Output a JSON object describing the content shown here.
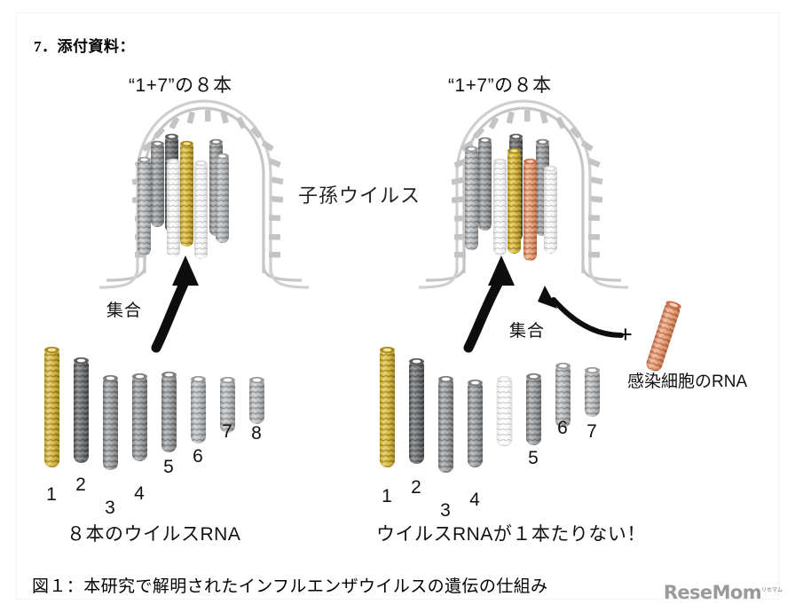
{
  "document": {
    "section_heading": "7．添付資料：",
    "figure_caption": "図１：本研究で解明されたインフルエンザウイルスの遺伝の仕組み",
    "watermark": "ReseMom",
    "watermark_sup": "リセマム"
  },
  "colors": {
    "gold": "#d6b63f",
    "gold_dark": "#a88b22",
    "orange": "#e99a70",
    "orange_dark": "#c9713f",
    "gray_dark": "#6f7173",
    "gray_mid": "#9a9c9e",
    "gray_light": "#b9bbbd",
    "ghost": "#ffffff",
    "ghost_edge": "#dcdcdc",
    "membrane": "#cfcfcf",
    "arrow": "#0d0d0d",
    "text": "#111111"
  },
  "left_panel": {
    "title": "“1+7”の８本",
    "assembly_label": "集合",
    "bottom_caption": "８本のウイルスRNA",
    "segments": [
      {
        "num": "1",
        "color": "gold",
        "length": 135,
        "note": "segment-1-gold"
      },
      {
        "num": "2",
        "color": "gray_dark",
        "length": 118,
        "note": "segment-2"
      },
      {
        "num": "3",
        "color": "gray_mid",
        "length": 106,
        "note": "segment-3"
      },
      {
        "num": "4",
        "color": "gray_mid",
        "length": 98,
        "note": "segment-4"
      },
      {
        "num": "5",
        "color": "gray_mid",
        "length": 90,
        "note": "segment-5"
      },
      {
        "num": "6",
        "color": "gray_light",
        "length": 75,
        "note": "segment-6"
      },
      {
        "num": "7",
        "color": "gray_light",
        "length": 62,
        "note": "segment-7"
      },
      {
        "num": "8",
        "color": "gray_light",
        "length": 52,
        "note": "segment-8"
      }
    ],
    "virion_segment_count": 8
  },
  "right_panel": {
    "title": "“1+7”の８本",
    "assembly_label": "集合",
    "plus": "+",
    "cell_rna_label": "感染細胞のRNA",
    "bottom_caption": "ウイルスRNAが１本たりない！",
    "segments": [
      {
        "num": "1",
        "color": "gold",
        "length": 135,
        "note": "segment-1-gold"
      },
      {
        "num": "2",
        "color": "gray_dark",
        "length": 118,
        "note": "segment-2"
      },
      {
        "num": "3",
        "color": "gray_mid",
        "length": 108,
        "note": "segment-3"
      },
      {
        "num": "4",
        "color": "gray_mid",
        "length": 98,
        "note": "segment-4"
      },
      {
        "num": "",
        "color": "ghost",
        "length": 78,
        "note": "missing-segment-ghost"
      },
      {
        "num": "5",
        "color": "gray_mid",
        "length": 80,
        "note": "segment-5"
      },
      {
        "num": "6",
        "color": "gray_light",
        "length": 72,
        "note": "segment-6"
      },
      {
        "num": "7",
        "color": "gray_light",
        "length": 55,
        "note": "segment-7"
      }
    ],
    "cellular_rna": {
      "color": "orange",
      "note": "host-cell-rna-strand"
    },
    "virion_segment_count": 8,
    "virion_has_orange": true
  },
  "mid": {
    "progeny_label": "子孫ウイルス"
  }
}
